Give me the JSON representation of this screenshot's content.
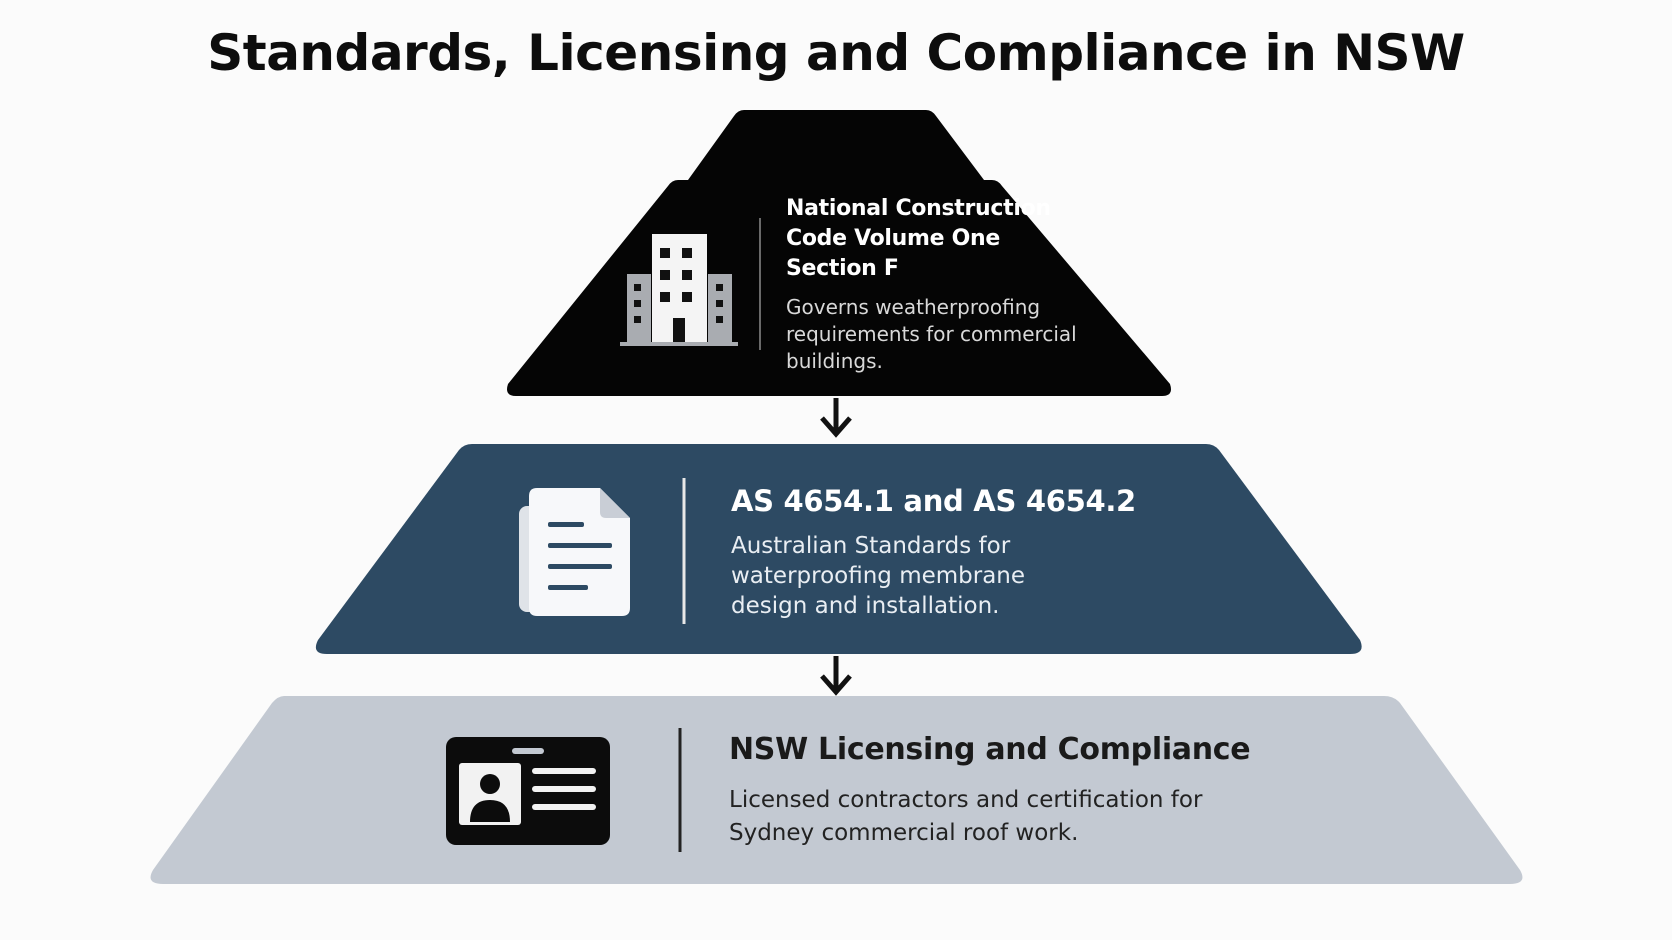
{
  "title": "Standards, Licensing and Compliance in NSW",
  "tiers": [
    {
      "heading": "National Construction Code Volume One Section F",
      "description": "Governs weatherproofing requirements for commercial buildings.",
      "icon": "building-icon",
      "color": "#050505"
    },
    {
      "heading": "AS 4654.1 and AS 4654.2",
      "description": "Australian Standards for waterproofing membrane design and installation.",
      "icon": "document-icon",
      "color": "#2d4a63"
    },
    {
      "heading": "NSW Licensing and Compliance",
      "description": "Licensed contractors and certification for Sydney commercial roof work.",
      "icon": "id-card-icon",
      "color": "#c3c9d2"
    }
  ]
}
